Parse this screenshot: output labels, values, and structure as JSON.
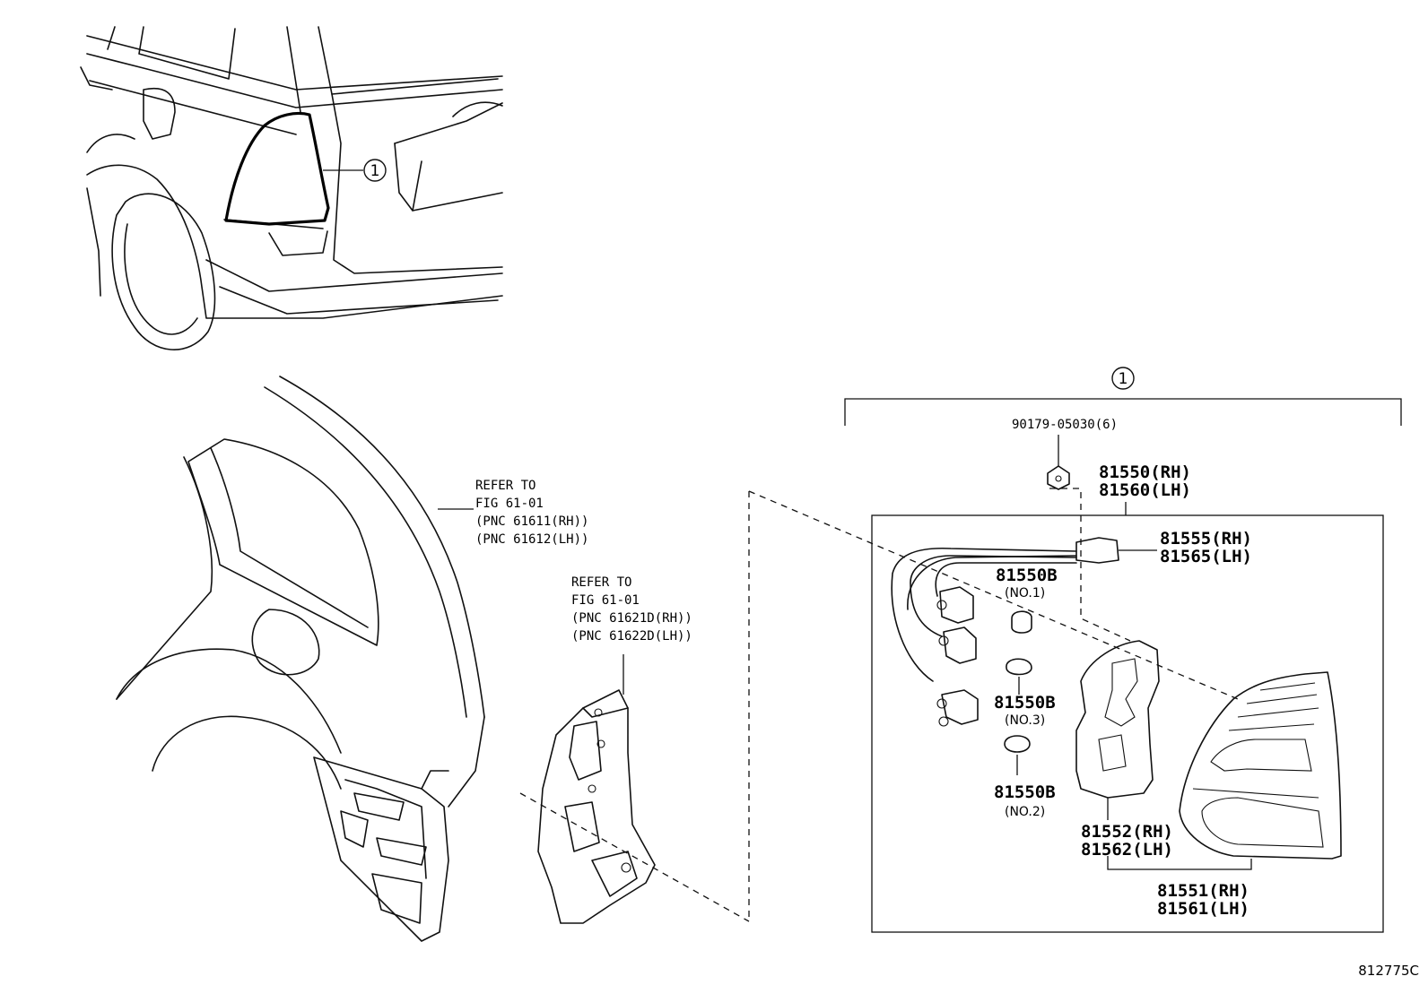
{
  "callout": {
    "number": "1"
  },
  "labels": {
    "bolt": "90179-05030(6)",
    "assembly_rh": "81550(RH)",
    "assembly_lh": "81560(LH)",
    "socket_rh": "81555(RH)",
    "socket_lh": "81565(LH)",
    "bulb_code_1": "81550B",
    "bulb_note_1": "(NO.1)",
    "bulb_code_3": "81550B",
    "bulb_note_3": "(NO.3)",
    "bulb_code_2": "81550B",
    "bulb_note_2": "(NO.2)",
    "gasket_rh": "81552(RH)",
    "gasket_lh": "81562(LH)",
    "lens_rh": "81551(RH)",
    "lens_lh": "81561(LH)"
  },
  "references": {
    "panel": {
      "line1": "REFER TO",
      "line2": "FIG 61-01",
      "line3": "(PNC 61611(RH))",
      "line4": "(PNC 61612(LH))"
    },
    "inner": {
      "line1": "REFER TO",
      "line2": "FIG 61-01",
      "line3": "(PNC 61621D(RH))",
      "line4": "(PNC 61622D(LH))"
    }
  },
  "figure_id": "812775C"
}
